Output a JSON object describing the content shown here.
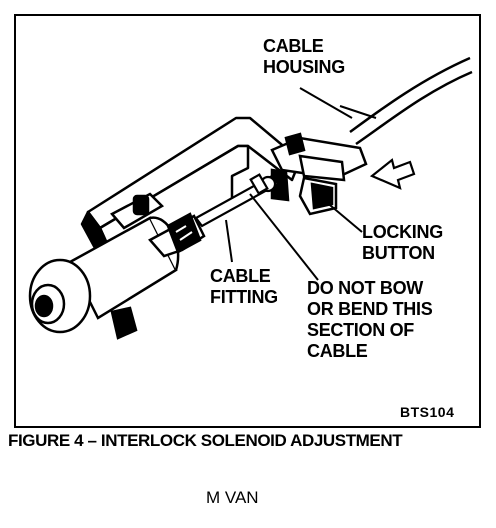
{
  "labels": {
    "cable_housing": "CABLE\nHOUSING",
    "locking_button": "LOCKING\nBUTTON",
    "cable_fitting": "CABLE\nFITTING",
    "do_not_bow": "DO NOT BOW\nOR BEND THIS\nSECTION OF\nCABLE"
  },
  "figure_code": "BTS104",
  "caption": "FIGURE 4 – INTERLOCK SOLENOID  ADJUSTMENT",
  "model": "M VAN"
}
